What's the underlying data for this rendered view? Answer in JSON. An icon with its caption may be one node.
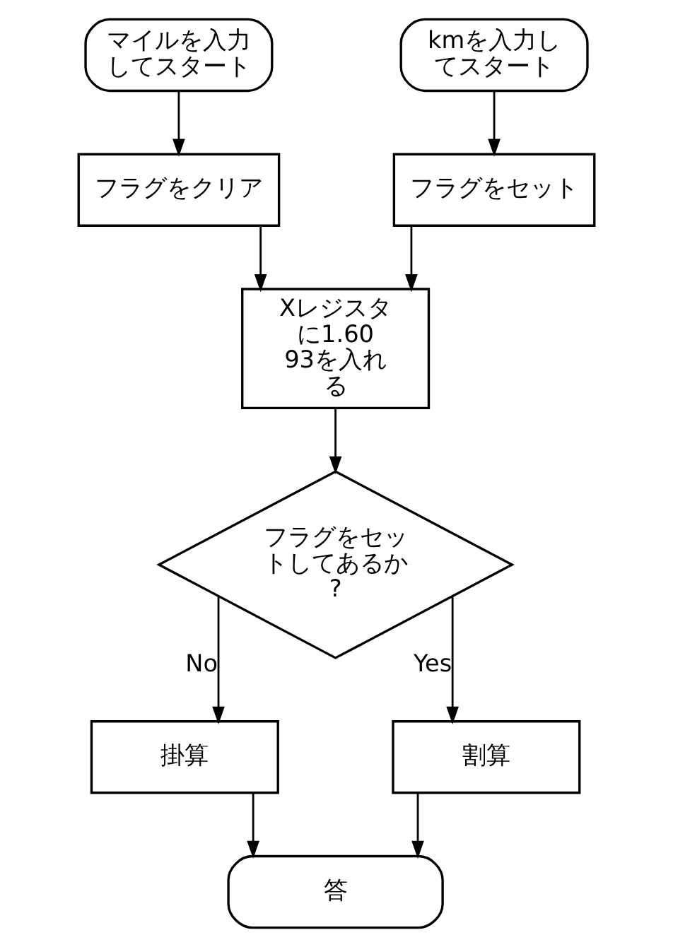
{
  "diagram": {
    "nodes": [
      {
        "text": [
          "マイルを入力してスタート"
        ]
      },
      {
        "text": [
          "kmを入力してスタート"
        ]
      },
      {
        "text": [
          "フラグをクリア"
        ]
      },
      {
        "text": [
          "フラグをセット"
        ]
      },
      {
        "text": [
          "Xレジスタに1.6093を入れる"
        ]
      },
      {
        "text": [
          "フラグをセットしてあるか?"
        ]
      },
      {
        "text": [
          "掛算"
        ]
      },
      {
        "text": [
          "割算"
        ]
      },
      {
        "text": [
          "答"
        ]
      }
    ],
    "edges": [
      {
        "from": 0,
        "to": 2,
        "arrow": "to"
      },
      {
        "from": 1,
        "to": 3,
        "arrow": "to"
      },
      {
        "from": 2,
        "to": 4,
        "arrow": "to"
      },
      {
        "from": 3,
        "to": 4,
        "arrow": "to"
      },
      {
        "from": 4,
        "to": 5,
        "arrow": "to"
      },
      {
        "from": 5,
        "to": 6,
        "label": "No",
        "arrow": "to"
      },
      {
        "from": 5,
        "to": 7,
        "label": "Yes",
        "arrow": "to"
      },
      {
        "from": 6,
        "to": 8,
        "arrow": "to"
      },
      {
        "from": 7,
        "to": 8,
        "arrow": "to"
      }
    ]
  }
}
